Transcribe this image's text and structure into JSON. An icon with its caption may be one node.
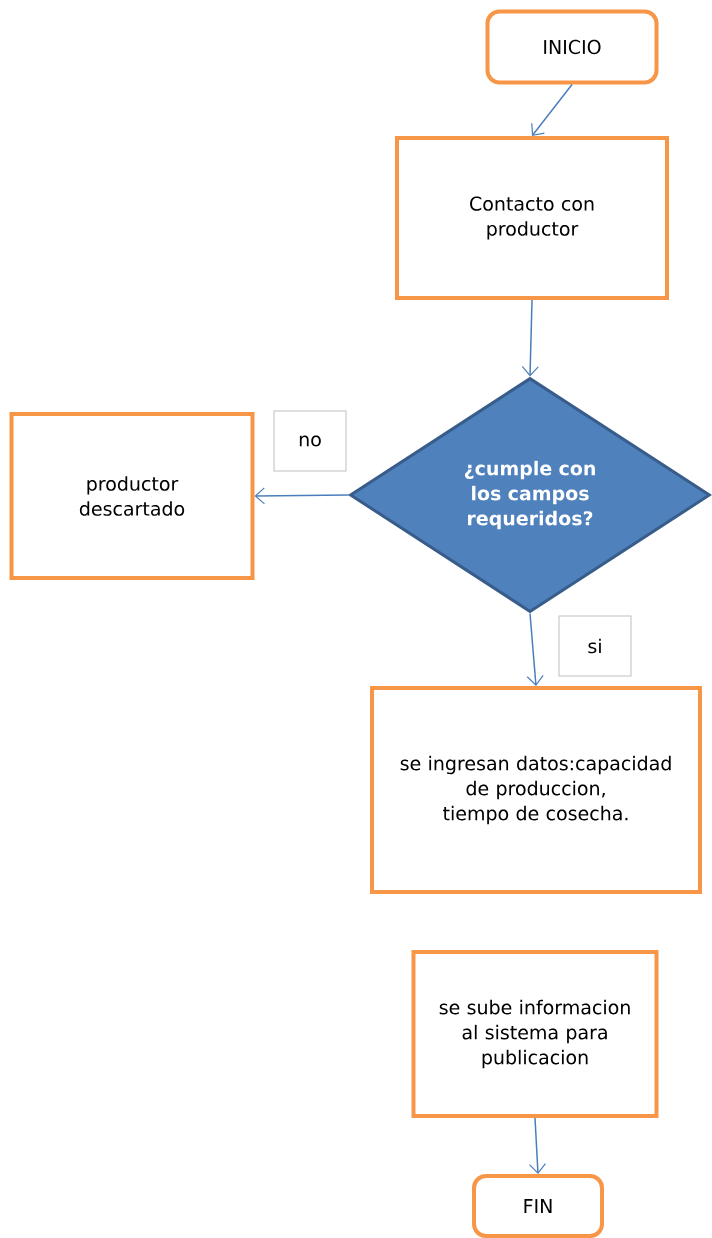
{
  "diagram": {
    "nodes": [
      {
        "text": [
          "INICIO"
        ]
      },
      {
        "text": [
          "Contacto con productor"
        ]
      },
      {
        "text": [
          "¿cumple con los campos requeridos?"
        ]
      },
      {
        "text": [
          "productor descartado"
        ]
      },
      {
        "text": [
          "se ingresan datos:capacidad de produccion, tiempo de cosecha."
        ]
      },
      {
        "text": [
          "se sube informacion al sistema para publicacion"
        ]
      },
      {
        "text": [
          "FIN"
        ]
      }
    ],
    "edges": [
      {
        "from": 0,
        "to": 1,
        "arrow": "to"
      },
      {
        "from": 1,
        "to": 2,
        "arrow": "to"
      },
      {
        "from": 2,
        "to": 3,
        "arrow": "to",
        "label": "no"
      },
      {
        "from": 2,
        "to": 4,
        "arrow": "to",
        "label": "si"
      },
      {
        "from": 5,
        "to": 6,
        "arrow": "to"
      }
    ]
  }
}
